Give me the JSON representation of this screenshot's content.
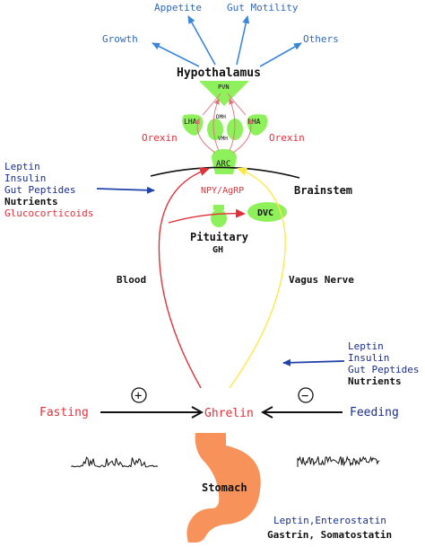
{
  "colors": {
    "blue_text": "#2f68b8",
    "navy_text": "#1a2e8a",
    "red_text": "#e0303a",
    "green_region": "#8ef05a",
    "stomach": "#f7925a",
    "red_arrow": "#e0303a",
    "yellow_arrow": "#ffe84a",
    "blue_arrow": "#3a86d8"
  },
  "outputs": {
    "appetite": "Appetite",
    "gut_motility": "Gut Motility",
    "growth": "Growth",
    "others": "Others"
  },
  "hypothalamus": {
    "title": "Hypothalamus",
    "pvn": "PVN",
    "dmh": "DMH",
    "vmh": "VMH",
    "lha_left": "LHA",
    "lha_right": "LHA",
    "arc": "ARC",
    "orexin_left": "Orexin",
    "orexin_right": "Orexin",
    "npy_agrp": "NPY/AgRP"
  },
  "left_inputs": {
    "leptin": "Leptin",
    "insulin": "Insulin",
    "gut_peptides": "Gut Peptides",
    "nutrients": "Nutrients",
    "glucocorticoids": "Glucocorticoids"
  },
  "brainstem": {
    "label": "Brainstem",
    "dvc": "DVC"
  },
  "pituitary": {
    "label": "Pituitary",
    "gh": "GH"
  },
  "pathways": {
    "blood": "Blood",
    "vagus_nerve": "Vagus Nerve"
  },
  "right_inputs": {
    "leptin": "Leptin",
    "insulin": "Insulin",
    "gut_peptides": "Gut Peptides",
    "nutrients": "Nutrients"
  },
  "regulation": {
    "fasting": "Fasting",
    "plus": "+",
    "ghrelin": "Ghrelin",
    "minus": "−",
    "feeding": "Feeding"
  },
  "stomach": {
    "label": "Stomach",
    "line1": "Leptin,Enterostatin",
    "line2": "Gastrin, Somatostatin"
  }
}
